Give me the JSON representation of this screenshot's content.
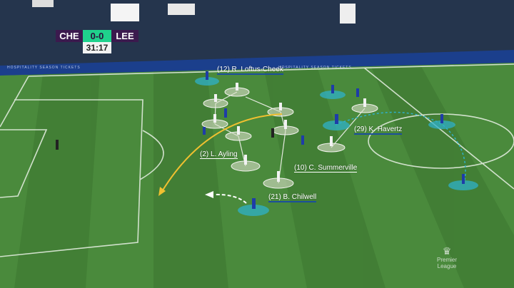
{
  "scoreboard": {
    "home": "CHE",
    "score": "0-0",
    "away": "LEE",
    "clock": "31:17"
  },
  "labels": {
    "loftus_cheek": "(12) R. Loftus-Cheek",
    "havertz": "(29) K. Havertz",
    "ayling": "(2) L. Ayling",
    "summerville": "(10) C. Summerville",
    "chilwell": "(21) B. Chilwell"
  },
  "ad_board": "HOSPITALITY SEASON TICKETS",
  "watermark": {
    "line1": "Premier",
    "line2": "League"
  },
  "colors": {
    "chelsea_highlight": "#2fb0c8",
    "leeds_zone": "#d9ddc8",
    "run_arrow": "#f0c030",
    "label_underline": "#1c4f9c",
    "score_bg": "#1fd18c",
    "team_bg": "#3b1a4e"
  }
}
